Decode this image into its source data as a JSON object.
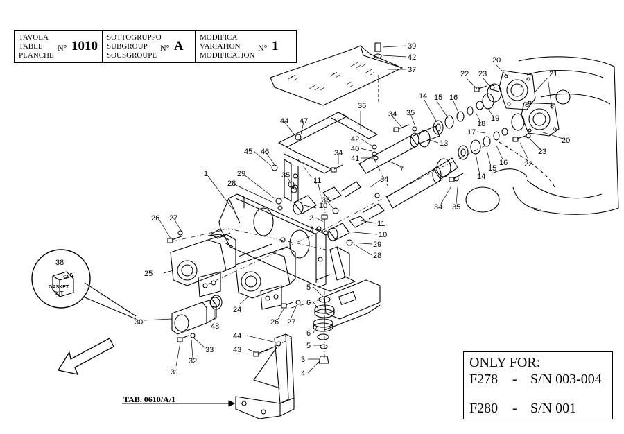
{
  "header": {
    "table_labels": [
      "TAVOLA",
      "TABLE",
      "PLANCHE"
    ],
    "table_no_prefix": "N°",
    "table_number": "1010",
    "subgroup_labels": [
      "SOTTOGRUPPO",
      "SUBGROUP",
      "SOUSGROUPE"
    ],
    "subgroup_no_prefix": "N°",
    "subgroup_value": "A",
    "modification_labels": [
      "MODIFICA",
      "VARIATION",
      "MODIFICATION"
    ],
    "modification_no_prefix": "N°",
    "modification_value": "1"
  },
  "only_for": {
    "title": "ONLY FOR:",
    "rows": [
      {
        "model": "F278",
        "dash": "-",
        "serial": "S/N 003-004"
      },
      {
        "model": "F280",
        "dash": "-",
        "serial": "S/N 001"
      }
    ]
  },
  "tab_reference": "TAB. 0610/A/1",
  "gasket_kit": {
    "callout": "38",
    "label_top": "GASKET",
    "label_bottom": "KIT",
    "brand": "CVS"
  },
  "callouts": [
    "39",
    "42",
    "37",
    "20",
    "22",
    "23",
    "21",
    "14",
    "15",
    "16",
    "19",
    "18",
    "17",
    "13",
    "20",
    "23",
    "22",
    "16",
    "15",
    "14",
    "7",
    "36",
    "34",
    "35",
    "44",
    "47",
    "42",
    "40",
    "41",
    "34",
    "45",
    "46",
    "1",
    "29",
    "28",
    "35",
    "11",
    "10",
    "34",
    "35",
    "34",
    "35",
    "2",
    "3",
    "11",
    "10",
    "29",
    "28",
    "26",
    "27",
    "25",
    "24",
    "38",
    "30",
    "48",
    "5",
    "6",
    "6",
    "5",
    "3",
    "4",
    "26",
    "27",
    "44",
    "43",
    "31",
    "32",
    "33"
  ],
  "colors": {
    "line": "#000000",
    "background": "#ffffff"
  }
}
